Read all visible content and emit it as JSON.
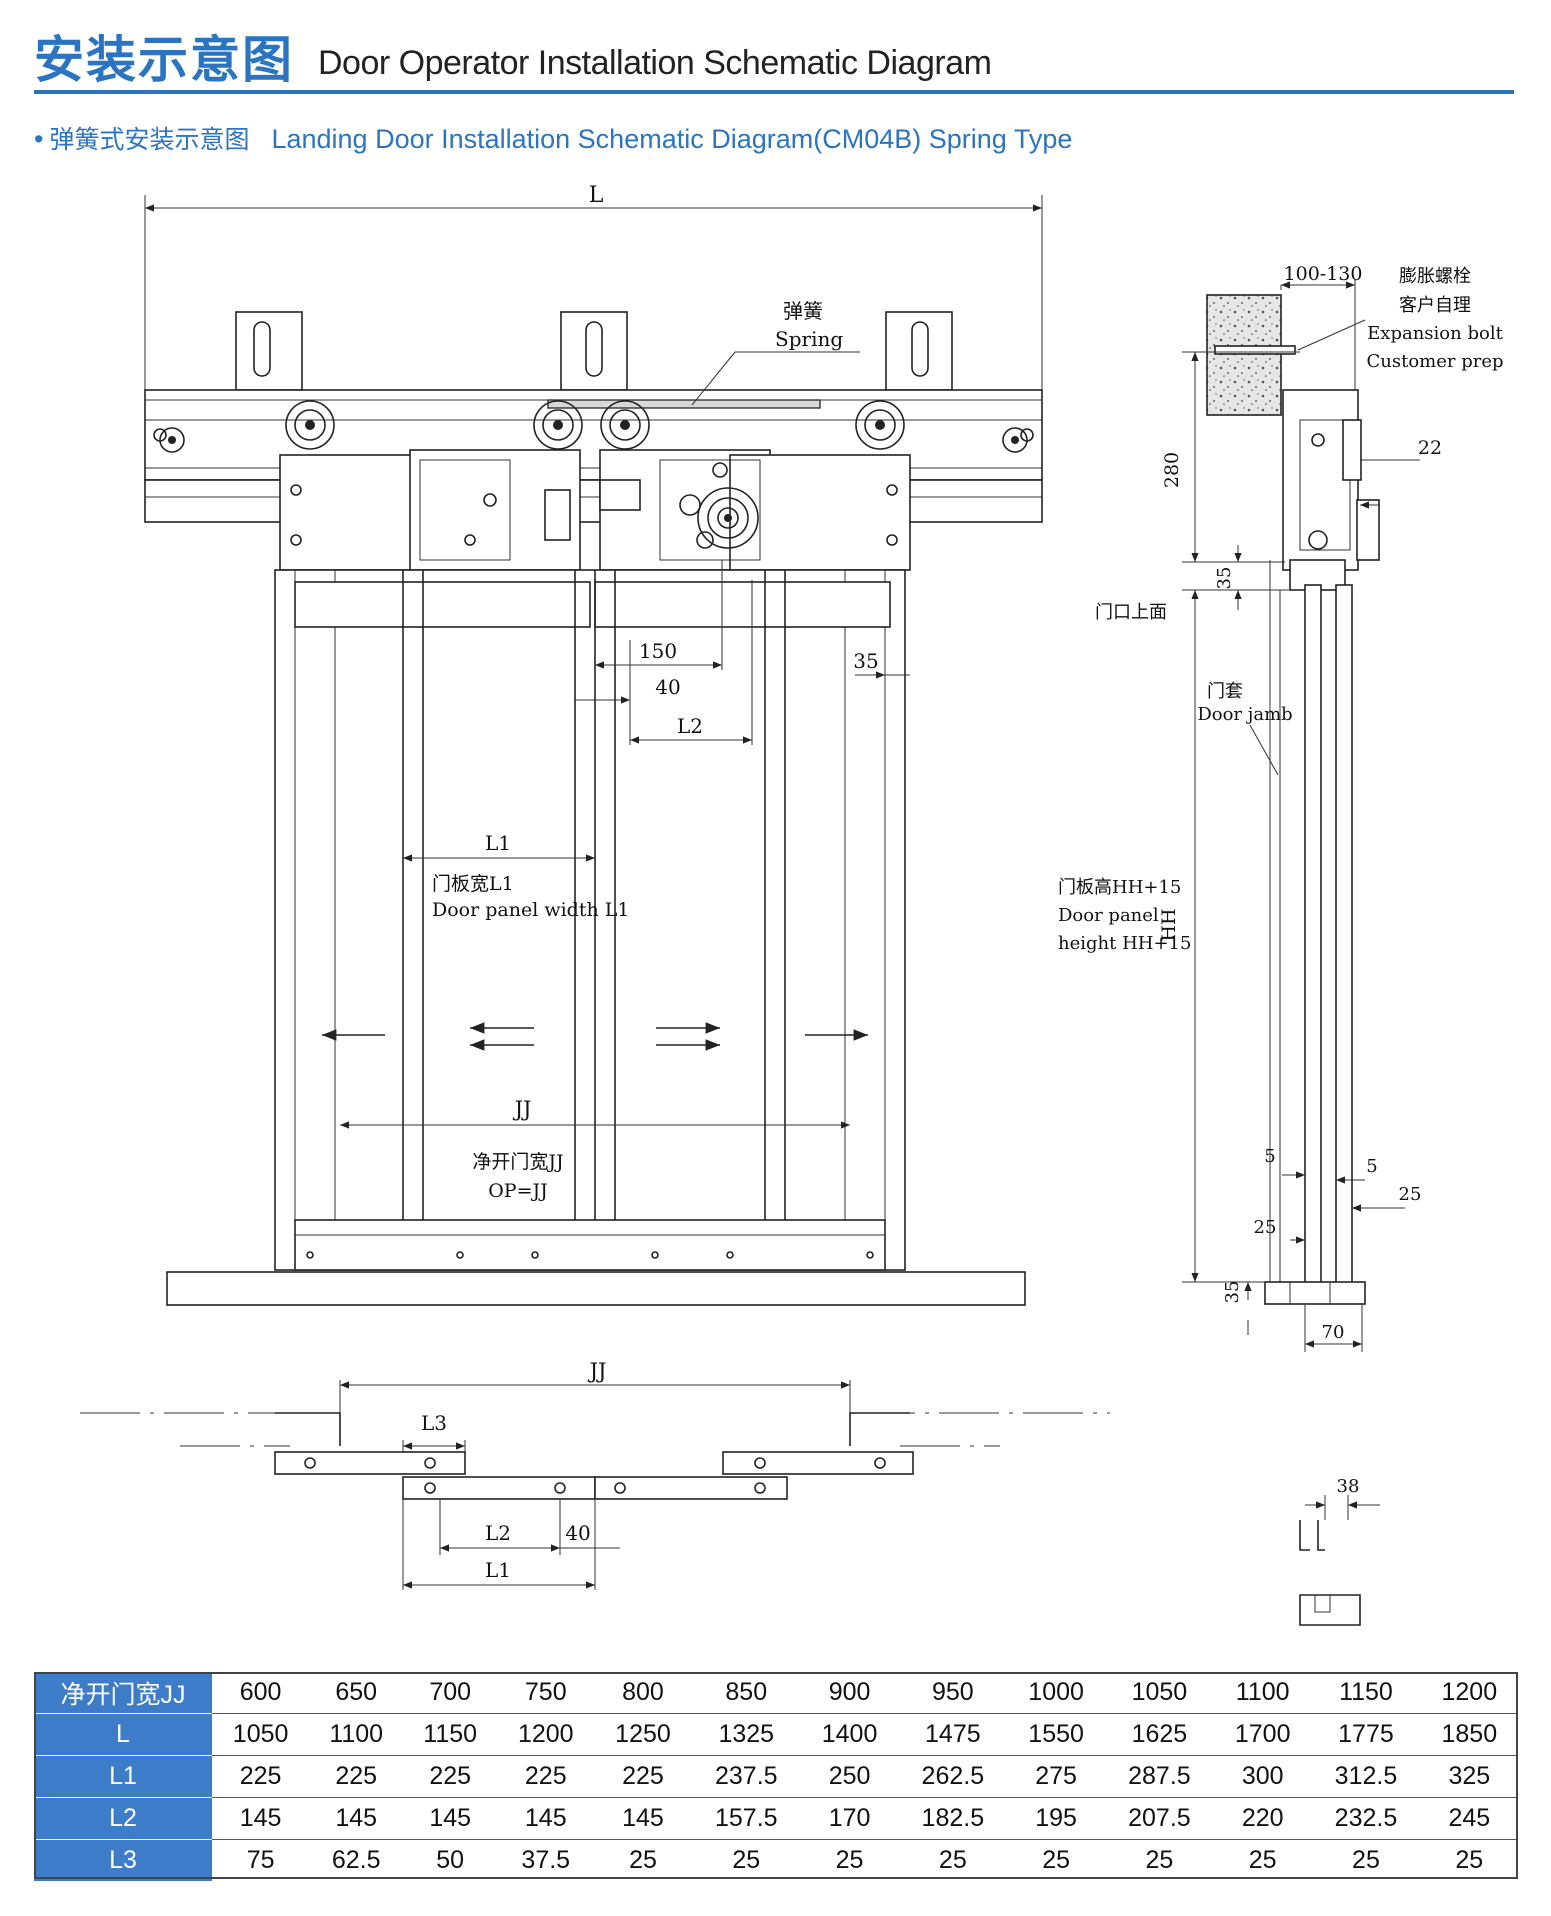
{
  "header": {
    "title_zh": "安装示意图",
    "title_en": "Door Operator Installation Schematic Diagram",
    "subtitle_bullet": "•",
    "subtitle_zh": "弹簧式安装示意图",
    "subtitle_en": "Landing Door Installation Schematic Diagram(CM04B) Spring Type"
  },
  "colors": {
    "accent": "#2b74c2",
    "table_header": "#3d7cc9"
  },
  "front_view": {
    "dim_L": "L",
    "spring_zh": "弹簧",
    "spring_en": "Spring",
    "dim_150": "150",
    "dim_40": "40",
    "dim_L2": "L2",
    "dim_35": "35",
    "dim_L1": "L1",
    "panel_width_zh": "门板宽L1",
    "panel_width_en": "Door panel width L1",
    "dim_JJ": "JJ",
    "clear_width_zh": "净开门宽JJ",
    "op": "OP=JJ"
  },
  "side_view": {
    "dim_100_130": "100-130",
    "bolt_zh_1": "膨胀螺栓",
    "bolt_zh_2": "客户自理",
    "bolt_en_1": "Expansion bolt",
    "bolt_en_2": "Customer prep",
    "dim_22": "22",
    "dim_280": "280",
    "dim_35_top": "35",
    "door_top_zh": "门口上面",
    "jamb_zh": "门套",
    "jamb_en": "Door jamb",
    "panel_height_zh": "门板高HH+15",
    "panel_height_en_1": "Door panel",
    "panel_height_en_2": "height HH+15",
    "dim_HH": "HH",
    "dim_5a": "5",
    "dim_5b": "5",
    "dim_25a": "25",
    "dim_25b": "25",
    "dim_35_bot": "35",
    "dim_70": "70",
    "dim_38": "38"
  },
  "plan_view": {
    "dim_JJ": "JJ",
    "dim_L3": "L3",
    "dim_L2": "L2",
    "dim_40": "40",
    "dim_L1": "L1"
  },
  "table": {
    "rows": [
      {
        "label": "净开门宽JJ",
        "values": [
          "600",
          "650",
          "700",
          "750",
          "800",
          "850",
          "900",
          "950",
          "1000",
          "1050",
          "1100",
          "1150",
          "1200"
        ]
      },
      {
        "label": "L",
        "values": [
          "1050",
          "1100",
          "1150",
          "1200",
          "1250",
          "1325",
          "1400",
          "1475",
          "1550",
          "1625",
          "1700",
          "1775",
          "1850"
        ]
      },
      {
        "label": "L1",
        "values": [
          "225",
          "225",
          "225",
          "225",
          "225",
          "237.5",
          "250",
          "262.5",
          "275",
          "287.5",
          "300",
          "312.5",
          "325"
        ]
      },
      {
        "label": "L2",
        "values": [
          "145",
          "145",
          "145",
          "145",
          "145",
          "157.5",
          "170",
          "182.5",
          "195",
          "207.5",
          "220",
          "232.5",
          "245"
        ]
      },
      {
        "label": "L3",
        "values": [
          "75",
          "62.5",
          "50",
          "37.5",
          "25",
          "25",
          "25",
          "25",
          "25",
          "25",
          "25",
          "25",
          "25"
        ]
      }
    ]
  }
}
